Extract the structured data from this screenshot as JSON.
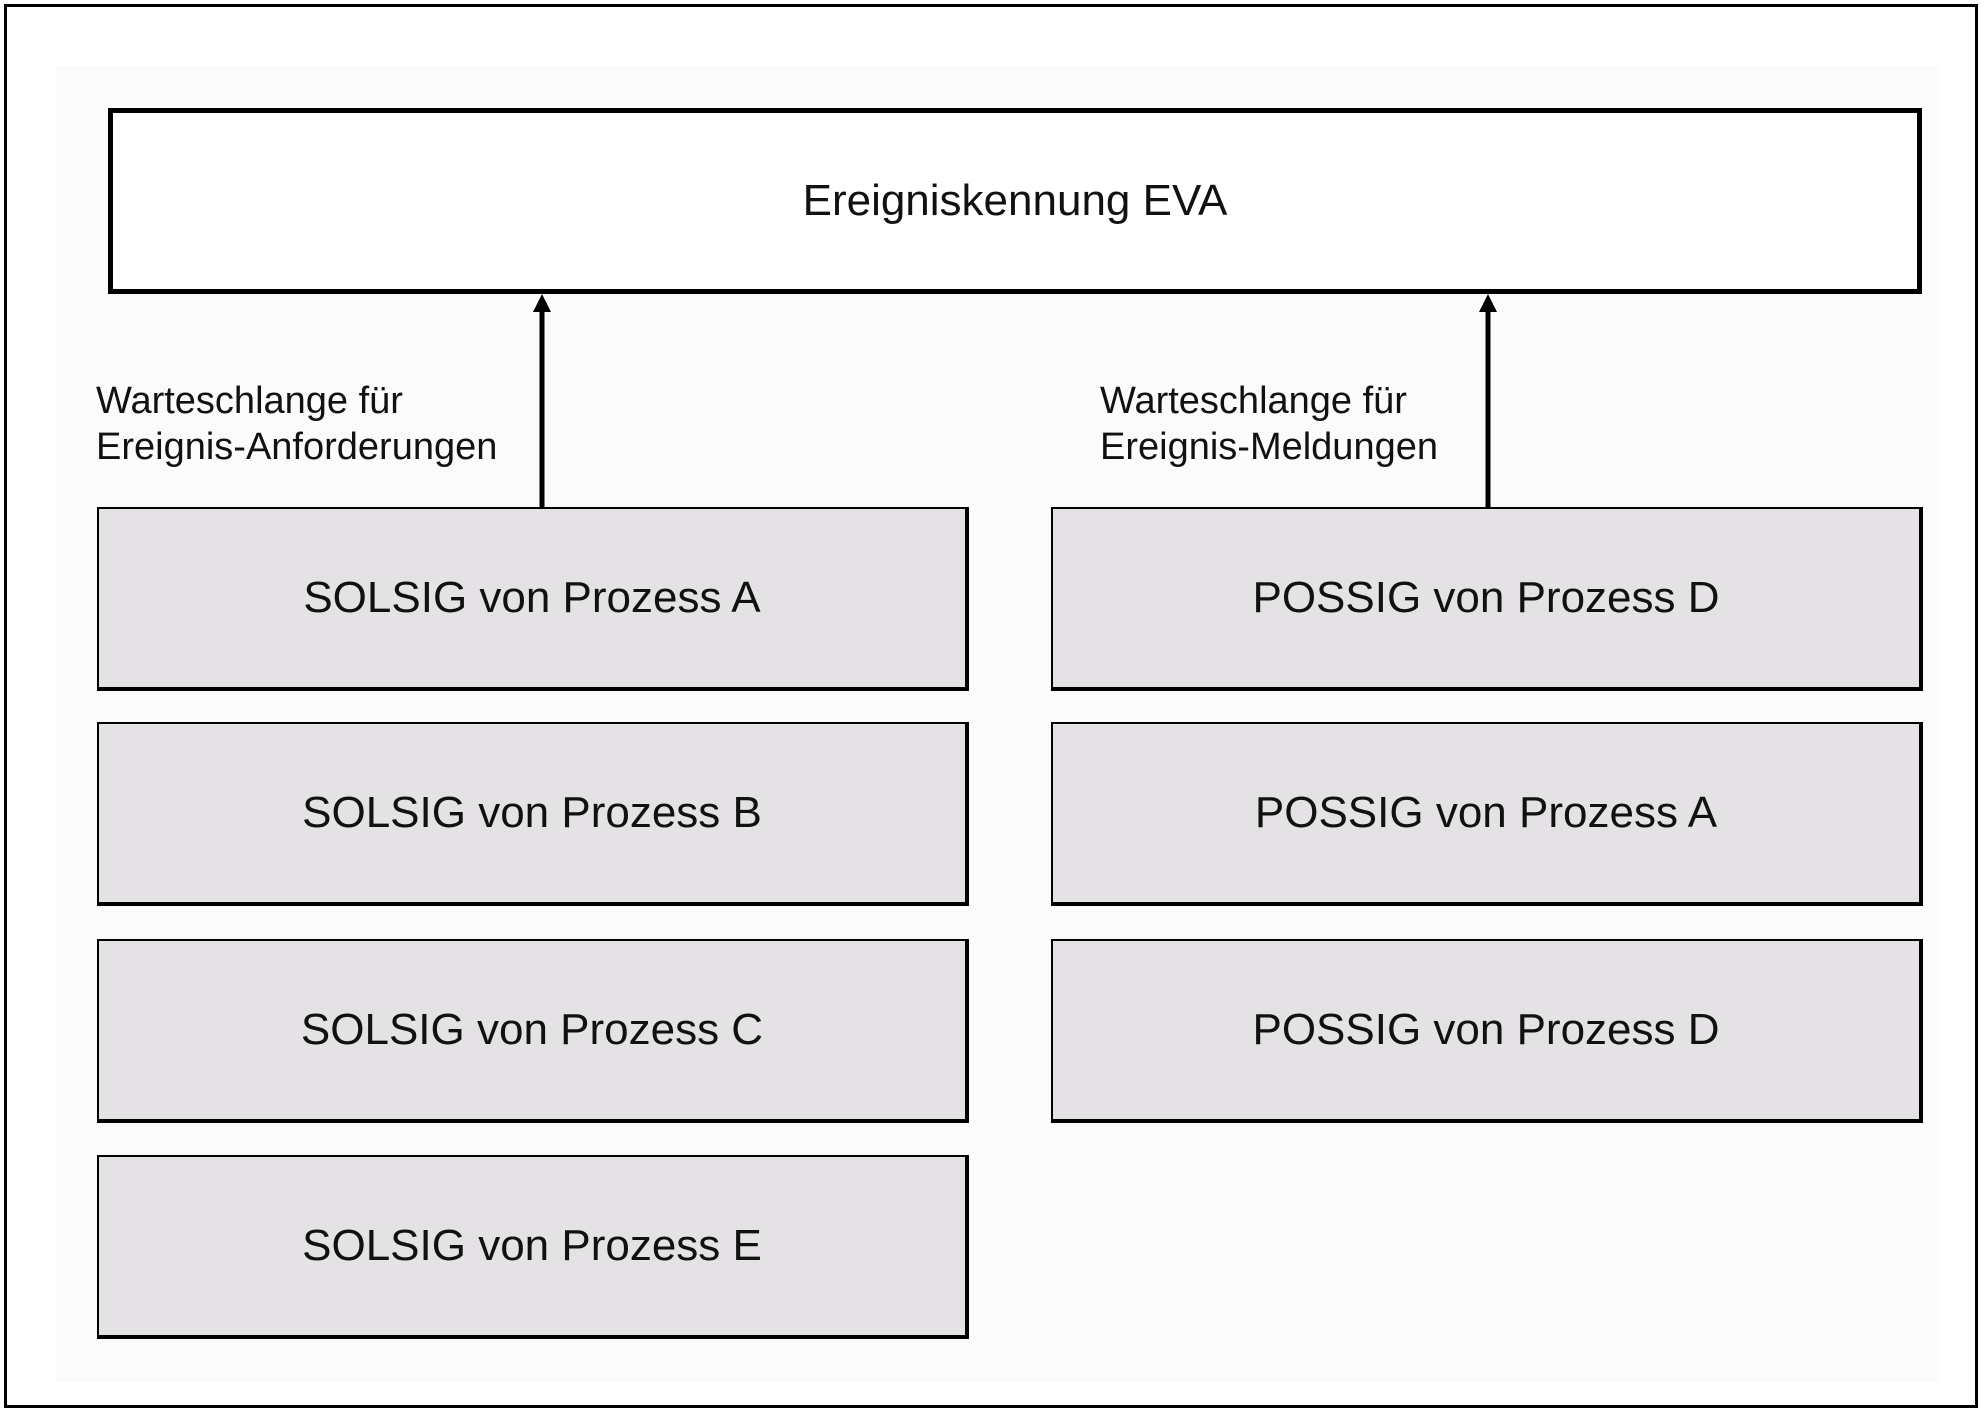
{
  "top_box": {
    "label": "Ereigniskennung EVA"
  },
  "left_queue": {
    "caption_line1": "Warteschlange für",
    "caption_line2": "Ereignis-Anforderungen",
    "items": [
      {
        "label": "SOLSIG von Prozess A"
      },
      {
        "label": "SOLSIG von Prozess B"
      },
      {
        "label": "SOLSIG von Prozess C"
      },
      {
        "label": "SOLSIG von Prozess E"
      }
    ]
  },
  "right_queue": {
    "caption_line1": "Warteschlange für",
    "caption_line2": "Ereignis-Meldungen",
    "items": [
      {
        "label": "POSSIG von Prozess D"
      },
      {
        "label": "POSSIG von Prozess A"
      },
      {
        "label": "POSSIG von Prozess D"
      }
    ]
  },
  "colors": {
    "queue_fill": "#e4e2e4",
    "border": "#000000",
    "background": "#ffffff"
  }
}
